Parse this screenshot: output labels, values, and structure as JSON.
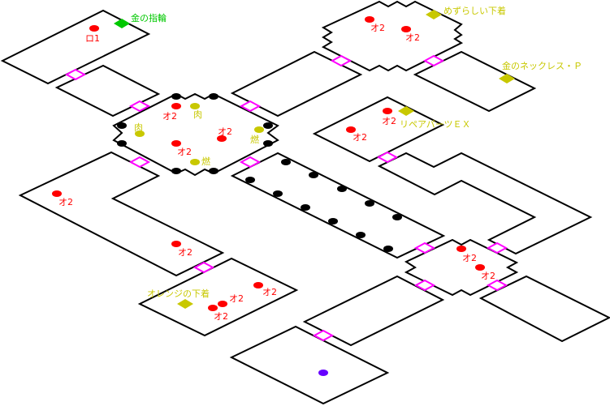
{
  "map": {
    "colors": {
      "wall": "#000000",
      "door": "#ff00ff",
      "enemy": "#ff0000",
      "item": "#c8c800",
      "rare_item": "#00c800",
      "start": "#6600ff",
      "obstacle": "#000000"
    },
    "labels": {
      "gold_ring": "金の指輪",
      "ro1": "ロ1",
      "rare_underwear": "めずらしい下着",
      "gold_necklace": "金のネックレス・Ｐ",
      "repair_parts": "リペアパーツＥＸ",
      "orange_underwear": "オレンジの下着",
      "meat": "肉",
      "fuel": "燃",
      "o2": "オ2"
    }
  }
}
